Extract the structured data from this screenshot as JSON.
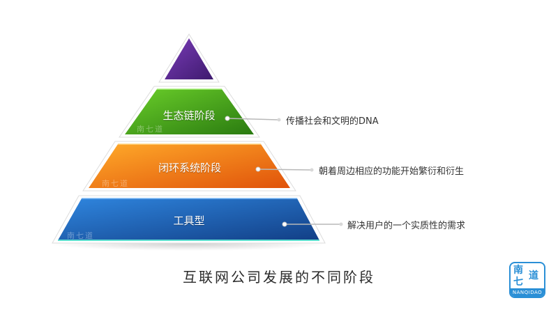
{
  "pyramid": {
    "tiers": [
      {
        "label": "",
        "watermark": ""
      },
      {
        "label": "生态链阶段",
        "watermark": "南七道"
      },
      {
        "label": "闭环系统阶段",
        "watermark": "南七道"
      },
      {
        "label": "工具型",
        "watermark": "南七道"
      }
    ],
    "descriptions": [
      "传播社会和文明的DNA",
      "朝着周边相应的功能开始繁衍和衍生",
      "解决用户的一个实质性的需求"
    ]
  },
  "title": "互联网公司发展的不同阶段",
  "logo": {
    "chars": [
      "南",
      "七",
      "道"
    ],
    "brand": "NANQIDAO"
  },
  "colors": {
    "purple": "#5b2a8e",
    "green": "#3f9d1c",
    "orange": "#f07a10",
    "blue": "#1f63b8",
    "logo": "#2a8fd6"
  }
}
